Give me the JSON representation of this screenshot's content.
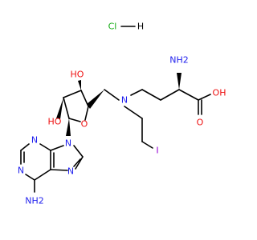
{
  "molecule": {
    "salt": {
      "cl": "Cl",
      "h": "H"
    },
    "atoms": {
      "nh2_amino_acid": "NH2",
      "n_tertiary": "N",
      "o_carbonyl": "O",
      "oh_acid": "OH",
      "i_iodo": "I",
      "oh_c3": "HO",
      "oh_c2": "HO",
      "o_ring": "O",
      "n9": "N",
      "n7": "N",
      "n3": "N",
      "n1": "N",
      "nh2_adenine": "NH2",
      "n_cdot": "N"
    }
  }
}
